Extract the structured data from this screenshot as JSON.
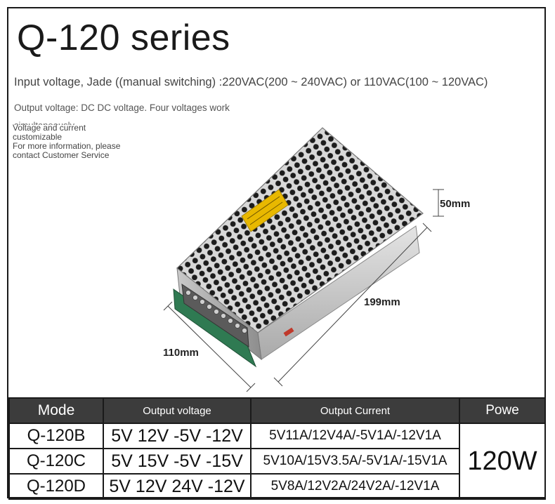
{
  "title": "Q-120 series",
  "input_voltage": "Input voltage, Jade ((manual switching) :220VAC(200 ~ 240VAC) or 110VAC(100 ~ 120VAC)",
  "output_voltage": "Output voltage: DC DC voltage. Four voltages work",
  "output_voltage_cont": "simultaneously",
  "note": {
    "line1": "Voltage and current",
    "line2": "customizable",
    "line3": "For more information, please",
    "line4": "contact Customer Service"
  },
  "dimensions": {
    "height": "50mm",
    "length": "199mm",
    "width": "110mm"
  },
  "table": {
    "headers": {
      "mode": "Mode",
      "voltage": "Output voltage",
      "current": "Output Current",
      "power": "Powe"
    },
    "rows": [
      {
        "model": "Q-120B",
        "voltage": "5V 12V -5V -12V",
        "current": "5V11A/12V4A/-5V1A/-12V1A"
      },
      {
        "model": "Q-120C",
        "voltage": "5V 15V -5V -15V",
        "current": "5V10A/15V3.5A/-5V1A/-15V1A"
      },
      {
        "model": "Q-120D",
        "voltage": "5V 12V 24V -12V",
        "current": "5V8A/12V2A/24V2A/-12V1A"
      }
    ],
    "power": "120W"
  },
  "colors": {
    "header_bg": "#3c3c3c",
    "border": "#1a1a1a",
    "label_yellow": "#e8b800",
    "pcb_green": "#2f7a52"
  }
}
